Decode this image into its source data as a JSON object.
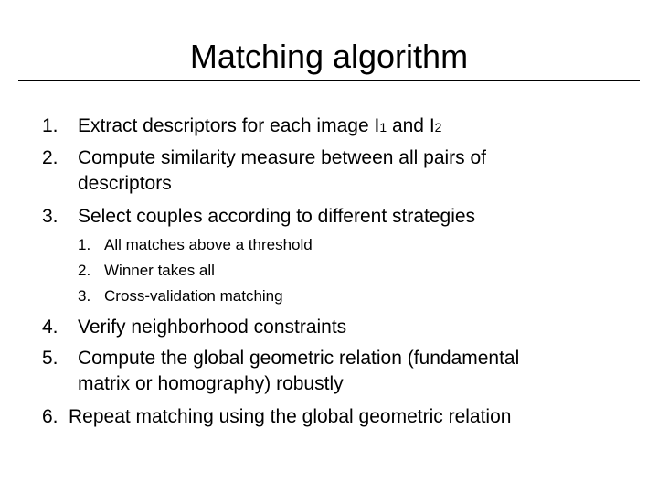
{
  "title": "Matching algorithm",
  "items": [
    {
      "num": "1.",
      "text": "Extract descriptors for each image I",
      "sub1": "1",
      "mid": " and I",
      "sub2": "2"
    },
    {
      "num": "2.",
      "text": "Compute similarity measure between all pairs of",
      "cont": "descriptors"
    },
    {
      "num": "3.",
      "text": "Select couples according to different strategies"
    },
    {
      "num": "4.",
      "text": "Verify neighborhood constraints"
    },
    {
      "num": "5.",
      "text": "Compute the global geometric relation  (fundamental",
      "cont": "matrix or homography) robustly"
    },
    {
      "num": "6.",
      "text": "Repeat matching using the global geometric relation"
    }
  ],
  "subitems": [
    {
      "num": "1.",
      "text": "All matches above a threshold"
    },
    {
      "num": "2.",
      "text": "Winner takes all"
    },
    {
      "num": "3.",
      "text": "Cross-validation matching"
    }
  ]
}
